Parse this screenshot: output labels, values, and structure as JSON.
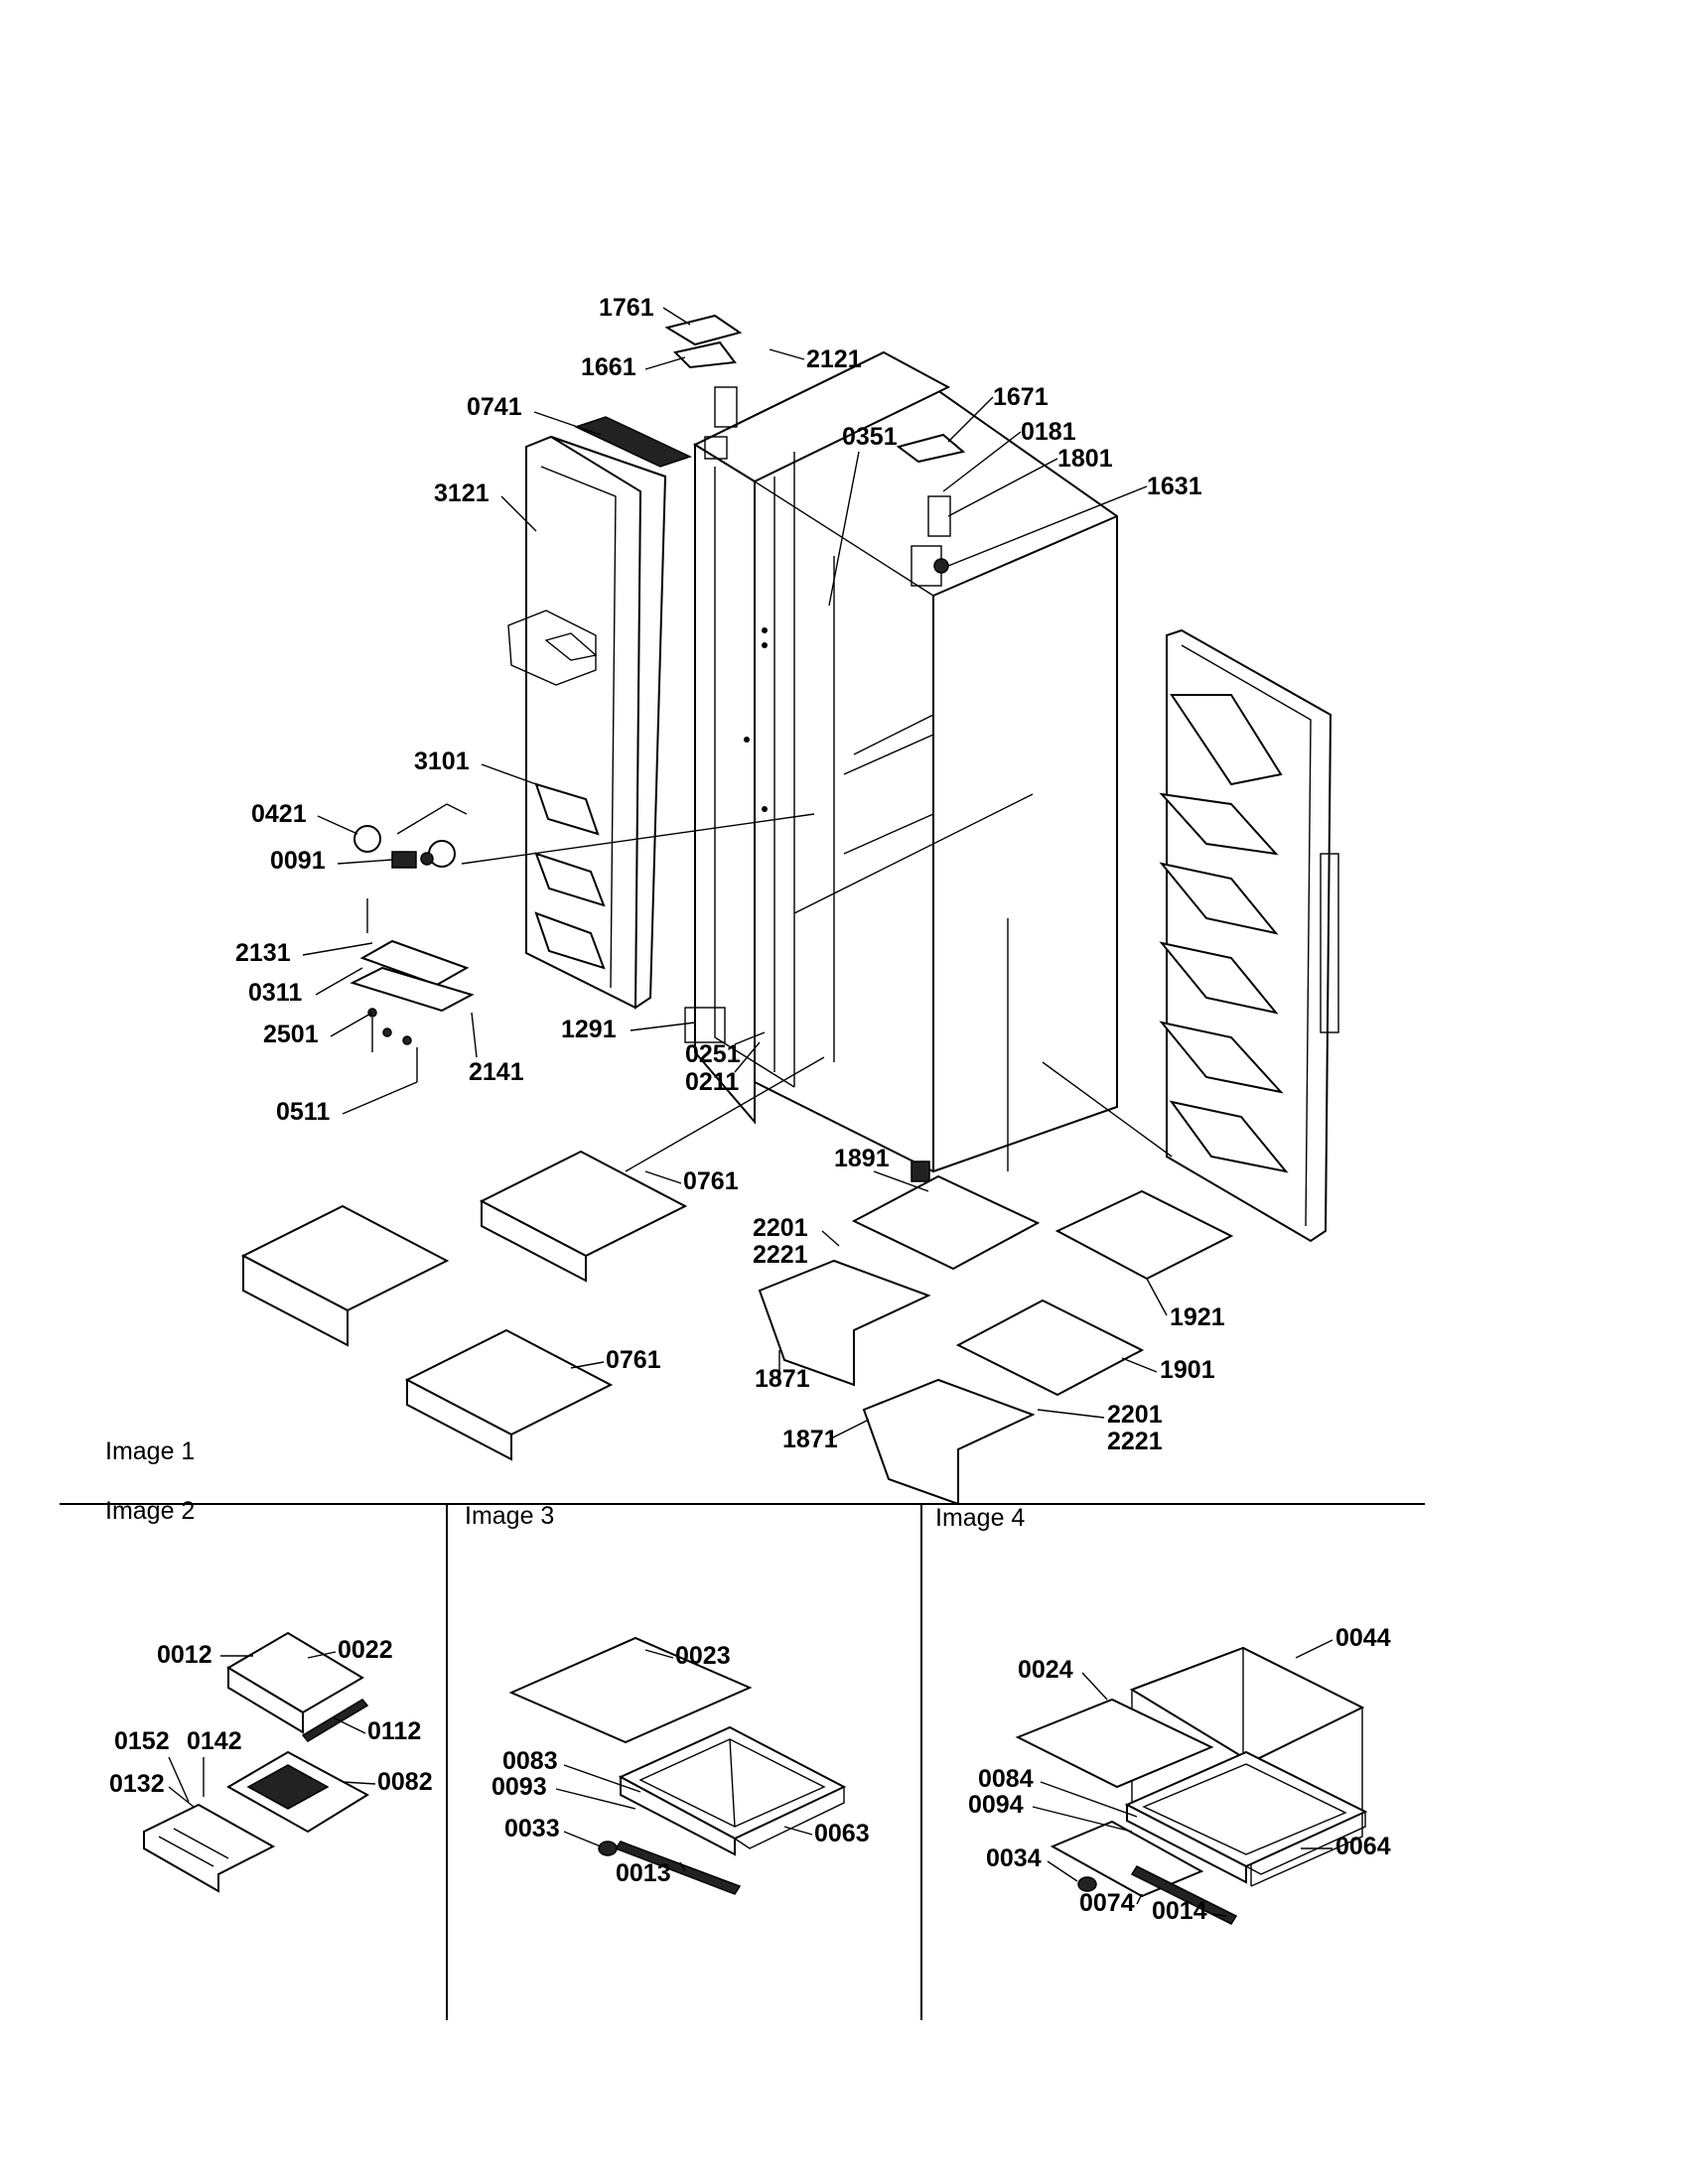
{
  "sections": [
    {
      "title": "Image 1"
    },
    {
      "title": "Image 2"
    },
    {
      "title": "Image 3"
    },
    {
      "title": "Image 4"
    }
  ],
  "parts": {
    "p1761": "1761",
    "p1661": "1661",
    "p2121": "2121",
    "p0741": "0741",
    "p0351": "0351",
    "p1671": "1671",
    "p0181": "0181",
    "p1801": "1801",
    "p1631": "1631",
    "p3121": "3121",
    "p3101": "3101",
    "p0421": "0421",
    "p0091": "0091",
    "p2131": "2131",
    "p0311": "0311",
    "p2501": "2501",
    "p2141": "2141",
    "p0511": "0511",
    "p1291": "1291",
    "p0251": "0251",
    "p0211": "0211",
    "p1891": "1891",
    "p0761a": "0761",
    "p0761b": "0761",
    "p2201a": "2201",
    "p2221a": "2221",
    "p1921": "1921",
    "p1871a": "1871",
    "p1901": "1901",
    "p1871b": "1871",
    "p2201b": "2201",
    "p2221b": "2221",
    "p0012": "0012",
    "p0022": "0022",
    "p0112": "0112",
    "p0152": "0152",
    "p0142": "0142",
    "p0132": "0132",
    "p0082": "0082",
    "p0023": "0023",
    "p0083": "0083",
    "p0093": "0093",
    "p0033": "0033",
    "p0013": "0013",
    "p0063": "0063",
    "p0044": "0044",
    "p0024": "0024",
    "p0084": "0084",
    "p0094": "0094",
    "p0034": "0034",
    "p0074": "0074",
    "p0014": "0014",
    "p0064": "0064"
  }
}
